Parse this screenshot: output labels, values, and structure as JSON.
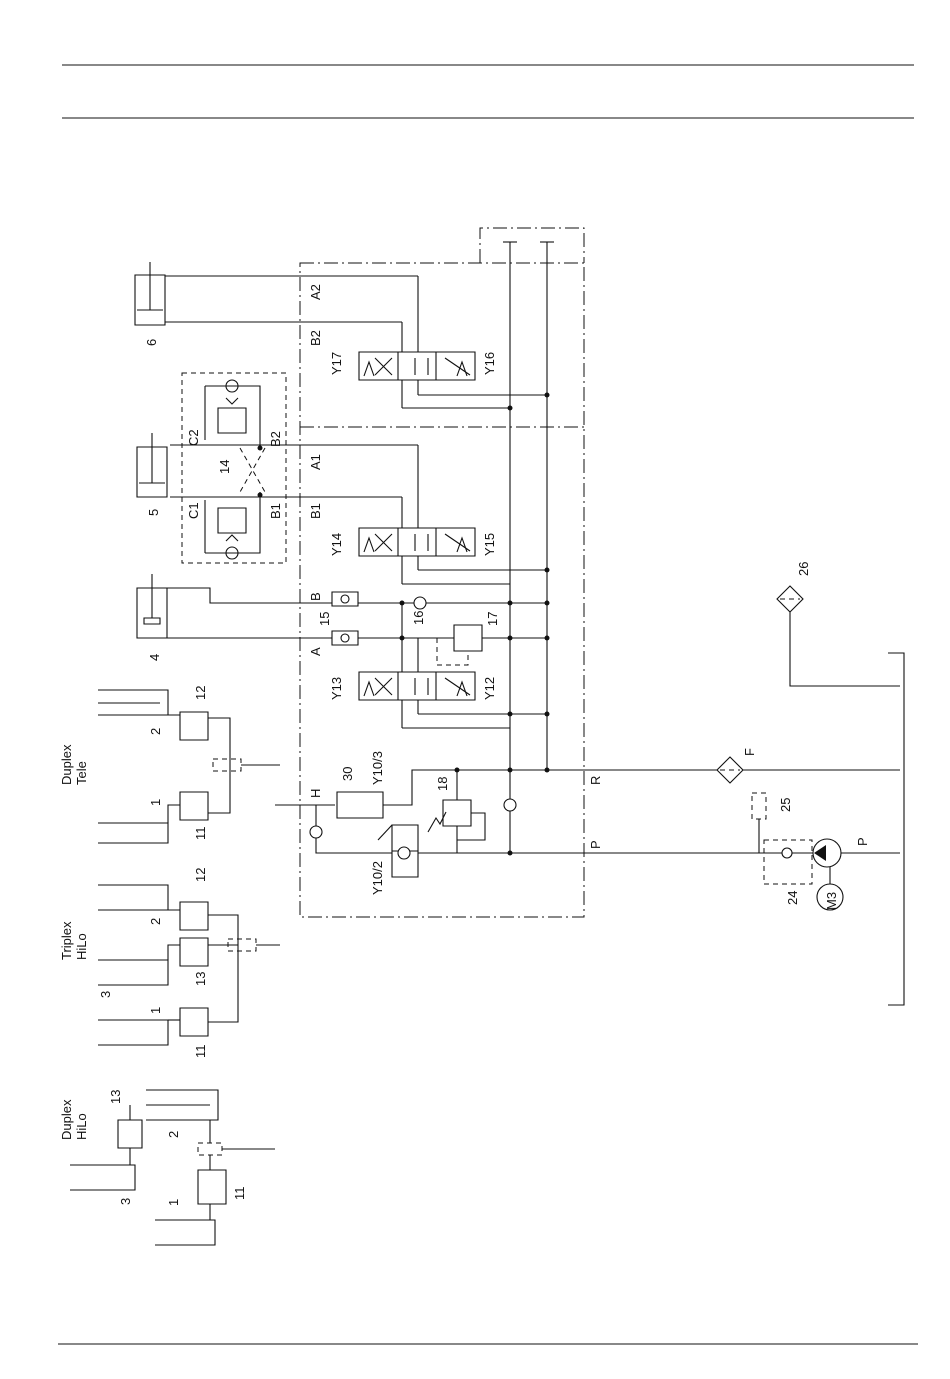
{
  "labels": {
    "c6": "6",
    "c5": "5",
    "c4": "4",
    "a2": "A2",
    "b2": "B2",
    "a1": "A1",
    "b1": "B1",
    "a": "A",
    "b": "B",
    "c2": "C2",
    "c1": "C1",
    "l14": "14",
    "y17": "Y17",
    "y16": "Y16",
    "y14": "Y14",
    "y15": "Y15",
    "y13": "Y13",
    "y12": "Y12",
    "l15": "15",
    "l16": "16",
    "l17": "17",
    "h": "H",
    "l30": "30",
    "y10_3": "Y10/3",
    "l18": "18",
    "y10_2": "Y10/2",
    "r": "R",
    "p_block": "P",
    "f": "F",
    "l25": "25",
    "p_pump": "P",
    "l24": "24",
    "m3": "M3",
    "l26": "26",
    "dt_title": "Duplex\nTele",
    "dt_12": "12",
    "dt_2": "2",
    "dt_1": "1",
    "dt_11": "11",
    "tr_title": "Triplex\nHiLo",
    "tr_12": "12",
    "tr_2": "2",
    "tr_13": "13",
    "tr_3": "3",
    "tr_1": "1",
    "tr_11": "11",
    "dh_title": "Duplex\nHiLo",
    "dh_13": "13",
    "dh_2": "2",
    "dh_3": "3",
    "dh_1": "1",
    "dh_11": "11"
  }
}
